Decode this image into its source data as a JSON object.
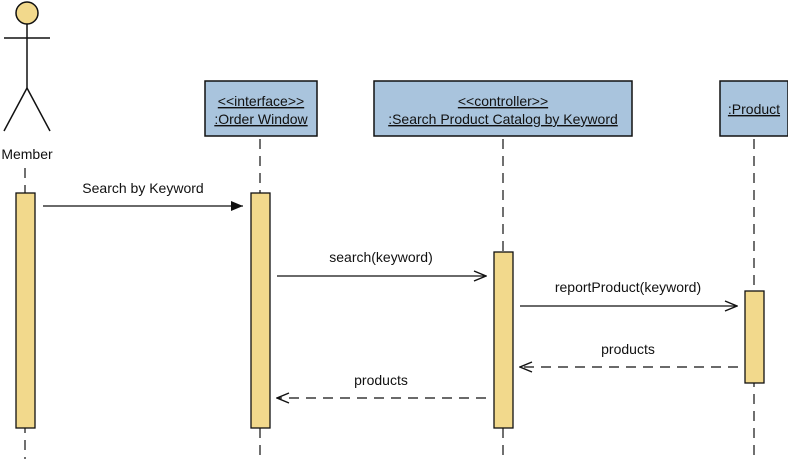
{
  "actor": {
    "label": "Member"
  },
  "objects": {
    "order_window": {
      "stereotype": "<<interface>>",
      "name": ":Order Window"
    },
    "search_controller": {
      "stereotype": "<<controller>>",
      "name": ":Search Product Catalog by Keyword"
    },
    "product": {
      "name": ":Product"
    }
  },
  "messages": {
    "m1": "Search by Keyword",
    "m2": "search(keyword)",
    "m3": "reportProduct(keyword)",
    "m4": "products",
    "m5": "products"
  },
  "colors": {
    "object_fill": "#a9c4dd",
    "activation_fill": "#f2d98c",
    "actor_head_fill": "#f2d98c",
    "line": "#111111"
  }
}
